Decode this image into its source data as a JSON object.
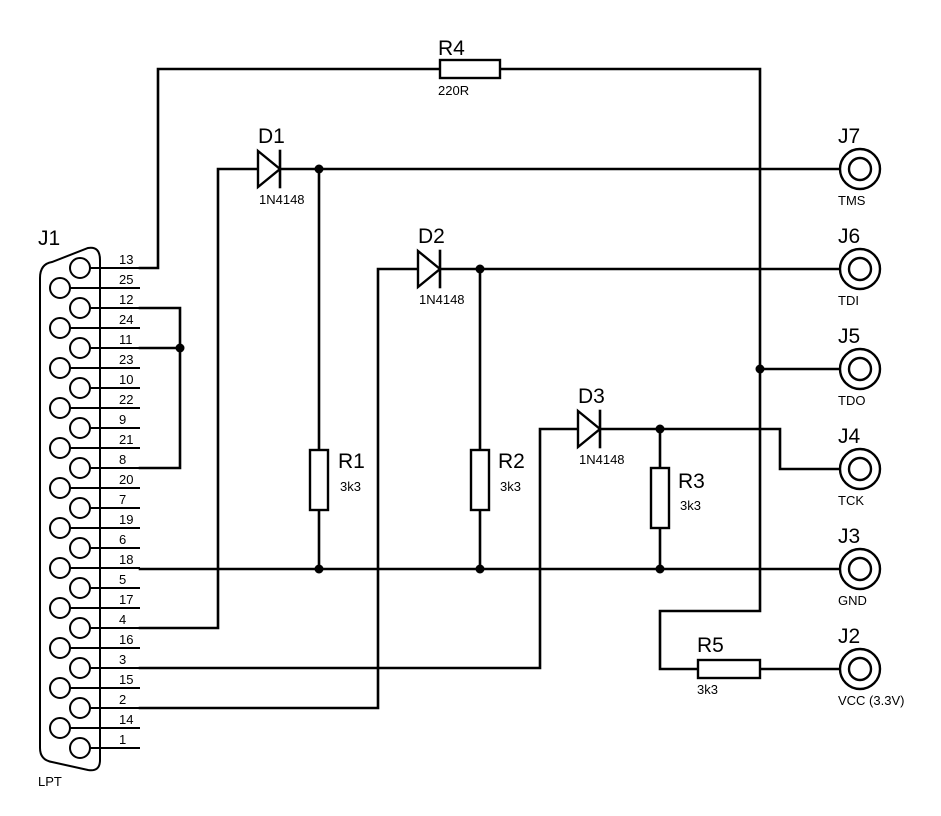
{
  "connector": {
    "ref": "J1",
    "label": "LPT",
    "right_pins": [
      "13",
      "25",
      "12",
      "24",
      "11",
      "23",
      "10",
      "22",
      "9",
      "21",
      "8",
      "20",
      "7",
      "19",
      "6",
      "18",
      "5",
      "17",
      "4",
      "16",
      "3",
      "15",
      "2",
      "14",
      "1"
    ]
  },
  "resistors": {
    "r1": {
      "ref": "R1",
      "value": "3k3"
    },
    "r2": {
      "ref": "R2",
      "value": "3k3"
    },
    "r3": {
      "ref": "R3",
      "value": "3k3"
    },
    "r4": {
      "ref": "R4",
      "value": "220R"
    },
    "r5": {
      "ref": "R5",
      "value": "3k3"
    }
  },
  "diodes": {
    "d1": {
      "ref": "D1",
      "value": "1N4148"
    },
    "d2": {
      "ref": "D2",
      "value": "1N4148"
    },
    "d3": {
      "ref": "D3",
      "value": "1N4148"
    }
  },
  "jacks": {
    "j7": {
      "ref": "J7",
      "label": "TMS"
    },
    "j6": {
      "ref": "J6",
      "label": "TDI"
    },
    "j5": {
      "ref": "J5",
      "label": "TDO"
    },
    "j4": {
      "ref": "J4",
      "label": "TCK"
    },
    "j3": {
      "ref": "J3",
      "label": "GND"
    },
    "j2": {
      "ref": "J2",
      "label": "VCC (3.3V)"
    }
  }
}
